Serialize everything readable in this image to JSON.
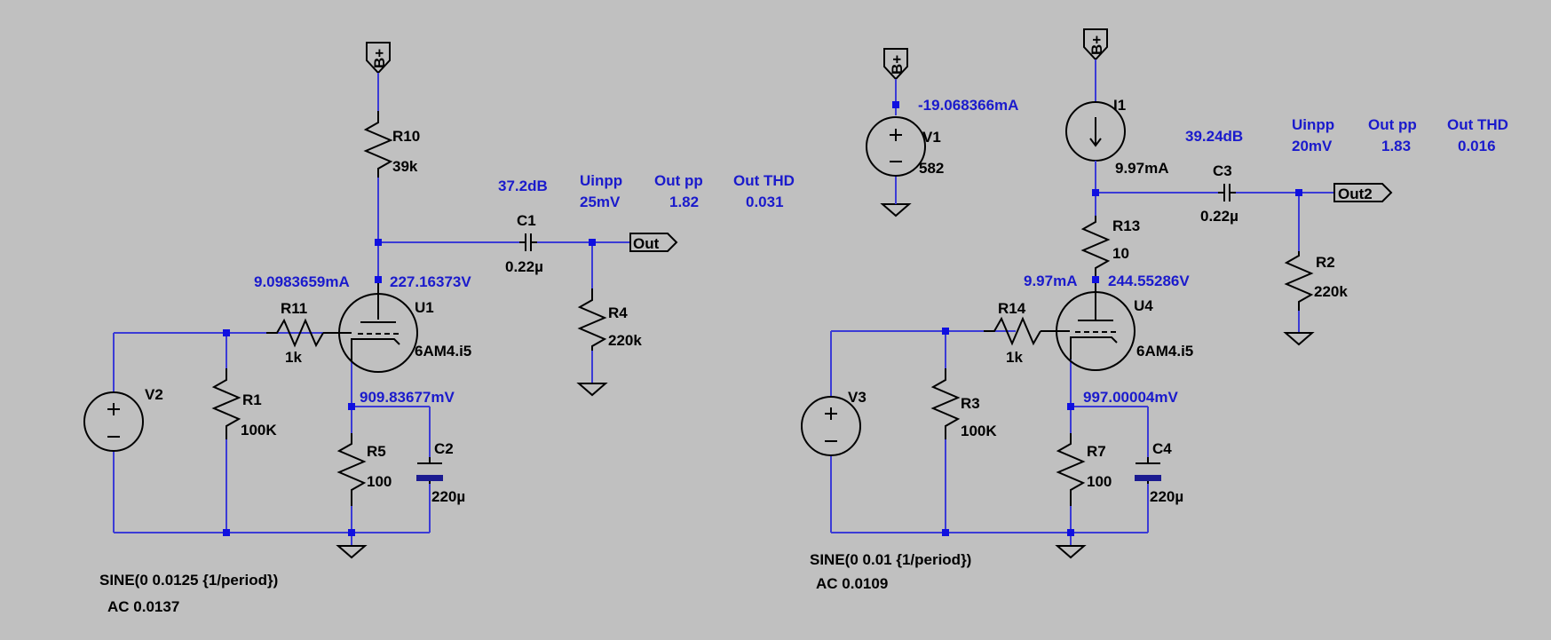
{
  "colors": {
    "background": "#c0c0c0",
    "wire": "#3b3bd6",
    "annotation": "#1a1acc",
    "component": "#000000",
    "junction": "#1010e0",
    "capacitor_plate": "#1a1a90"
  },
  "left": {
    "supply_label": "B+",
    "r10": {
      "name": "R10",
      "value": "39k"
    },
    "c1": {
      "name": "C1",
      "value": "0.22µ"
    },
    "out_label": "Out",
    "r4": {
      "name": "R4",
      "value": "220k"
    },
    "gain": "37.2dB",
    "uinpp_label": "Uinpp",
    "uinpp_value": "25mV",
    "outpp_label": "Out pp",
    "outpp_value": "1.82",
    "thd_label": "Out THD",
    "thd_value": "0.031",
    "plate_current": "9.0983659mA",
    "plate_voltage": "227.16373V",
    "tube": {
      "name": "U1",
      "model": "6AM4.i5"
    },
    "r11": {
      "name": "R11",
      "value": "1k"
    },
    "v2": {
      "name": "V2"
    },
    "r1": {
      "name": "R1",
      "value": "100K"
    },
    "cathode_voltage": "909.83677mV",
    "r5": {
      "name": "R5",
      "value": "100"
    },
    "c2": {
      "name": "C2",
      "value": "220µ"
    },
    "source_line1": "SINE(0 0.0125 {1/period})",
    "source_line2": "AC 0.0137"
  },
  "right": {
    "supply_label": "B+",
    "supply2_label": "B+",
    "supply_current": "-19.068366mA",
    "v1": {
      "name": "V1",
      "value": "582"
    },
    "i1": {
      "name": "I1",
      "value": "9.97mA"
    },
    "gain": "39.24dB",
    "uinpp_label": "Uinpp",
    "uinpp_value": "20mV",
    "outpp_label": "Out pp",
    "outpp_value": "1.83",
    "thd_label": "Out THD",
    "thd_value": "0.016",
    "c3": {
      "name": "C3",
      "value": "0.22µ"
    },
    "out_label": "Out2",
    "r2": {
      "name": "R2",
      "value": "220k"
    },
    "r13": {
      "name": "R13",
      "value": "10"
    },
    "plate_current": "9.97mA",
    "plate_voltage": "244.55286V",
    "tube": {
      "name": "U4",
      "model": "6AM4.i5"
    },
    "r14": {
      "name": "R14",
      "value": "1k"
    },
    "v3": {
      "name": "V3"
    },
    "r3": {
      "name": "R3",
      "value": "100K"
    },
    "cathode_voltage": "997.00004mV",
    "r7": {
      "name": "R7",
      "value": "100"
    },
    "c4": {
      "name": "C4",
      "value": "220µ"
    },
    "source_line1": "SINE(0 0.01 {1/period})",
    "source_line2": "AC 0.0109"
  }
}
